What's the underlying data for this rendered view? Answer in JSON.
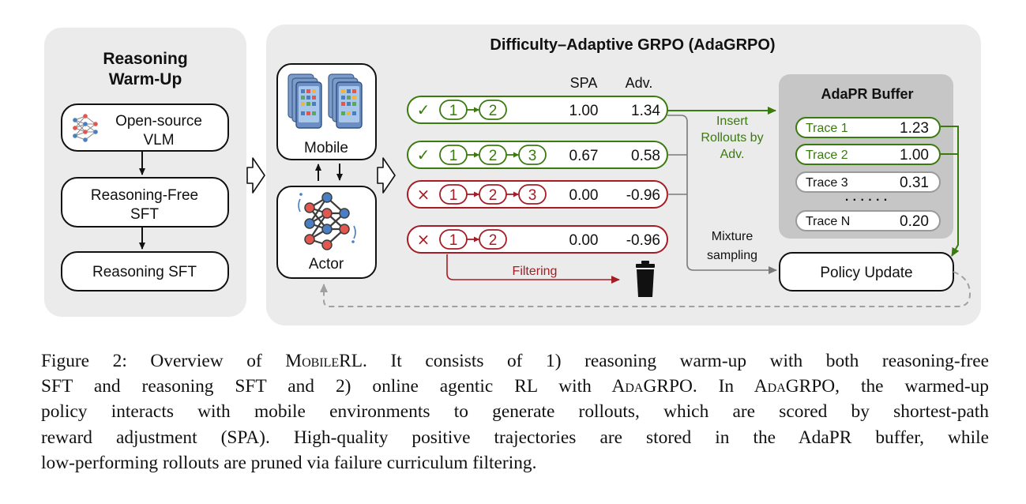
{
  "warmup": {
    "title_line1": "Reasoning",
    "title_line2": "Warm-Up",
    "step1_line1": "Open-source",
    "step1_line2": "VLM",
    "step2_line1": "Reasoning-Free",
    "step2_line2": "SFT",
    "step3": "Reasoning SFT"
  },
  "adagrpo": {
    "title": "Difficulty–Adaptive GRPO (AdaGRPO)",
    "mobile_label": "Mobile",
    "actor_label": "Actor",
    "col_spa": "SPA",
    "col_adv": "Adv.",
    "rollouts": [
      {
        "mark": "✓",
        "status": "success",
        "steps": [
          "1",
          "2"
        ],
        "spa": "1.00",
        "adv": "1.34"
      },
      {
        "mark": "✓",
        "status": "success",
        "steps": [
          "1",
          "2",
          "3"
        ],
        "spa": "0.67",
        "adv": "0.58"
      },
      {
        "mark": "×",
        "status": "failure",
        "steps": [
          "1",
          "2",
          "3"
        ],
        "spa": "0.00",
        "adv": "-0.96"
      },
      {
        "mark": "×",
        "status": "failure",
        "steps": [
          "1",
          "2"
        ],
        "spa": "0.00",
        "adv": "-0.96"
      }
    ],
    "filtering_label": "Filtering",
    "insert_line1": "Insert",
    "insert_line2": "Rollouts by",
    "insert_line3": "Adv.",
    "mixture_line1": "Mixture",
    "mixture_line2": "sampling",
    "policy_update": "Policy Update",
    "buffer": {
      "title": "AdaPR Buffer",
      "ellipsis": "· · · · · ·",
      "traces": [
        {
          "name": "Trace 1",
          "value": "1.23",
          "highlight": true
        },
        {
          "name": "Trace 2",
          "value": "1.00",
          "highlight": true
        },
        {
          "name": "Trace 3",
          "value": "0.31",
          "highlight": false
        },
        {
          "name": "Trace N",
          "value": "0.20",
          "highlight": false
        }
      ]
    }
  },
  "colors": {
    "panel_bg": "#ebebeb",
    "buffer_bg": "#c6c6c6",
    "success": "#3a7a0e",
    "failure": "#a51c24",
    "connector": "#7a7a7a",
    "dashed": "#a0a0a0"
  },
  "caption": {
    "line1": "Figure 2: Overview of MobileRL. It consists of 1) reasoning warm-up with both reasoning-free",
    "line2": "SFT and reasoning SFT and 2) online agentic RL with AdaGRPO. In AdaGRPO, the warmed-up",
    "line3": "policy interacts with mobile environments to generate rollouts, which are scored by shortest-path",
    "line4": "reward adjustment (SPA). High-quality positive trajectories are stored in the AdaPR buffer, while",
    "line5": "low-performing rollouts are pruned via failure curriculum filtering."
  }
}
